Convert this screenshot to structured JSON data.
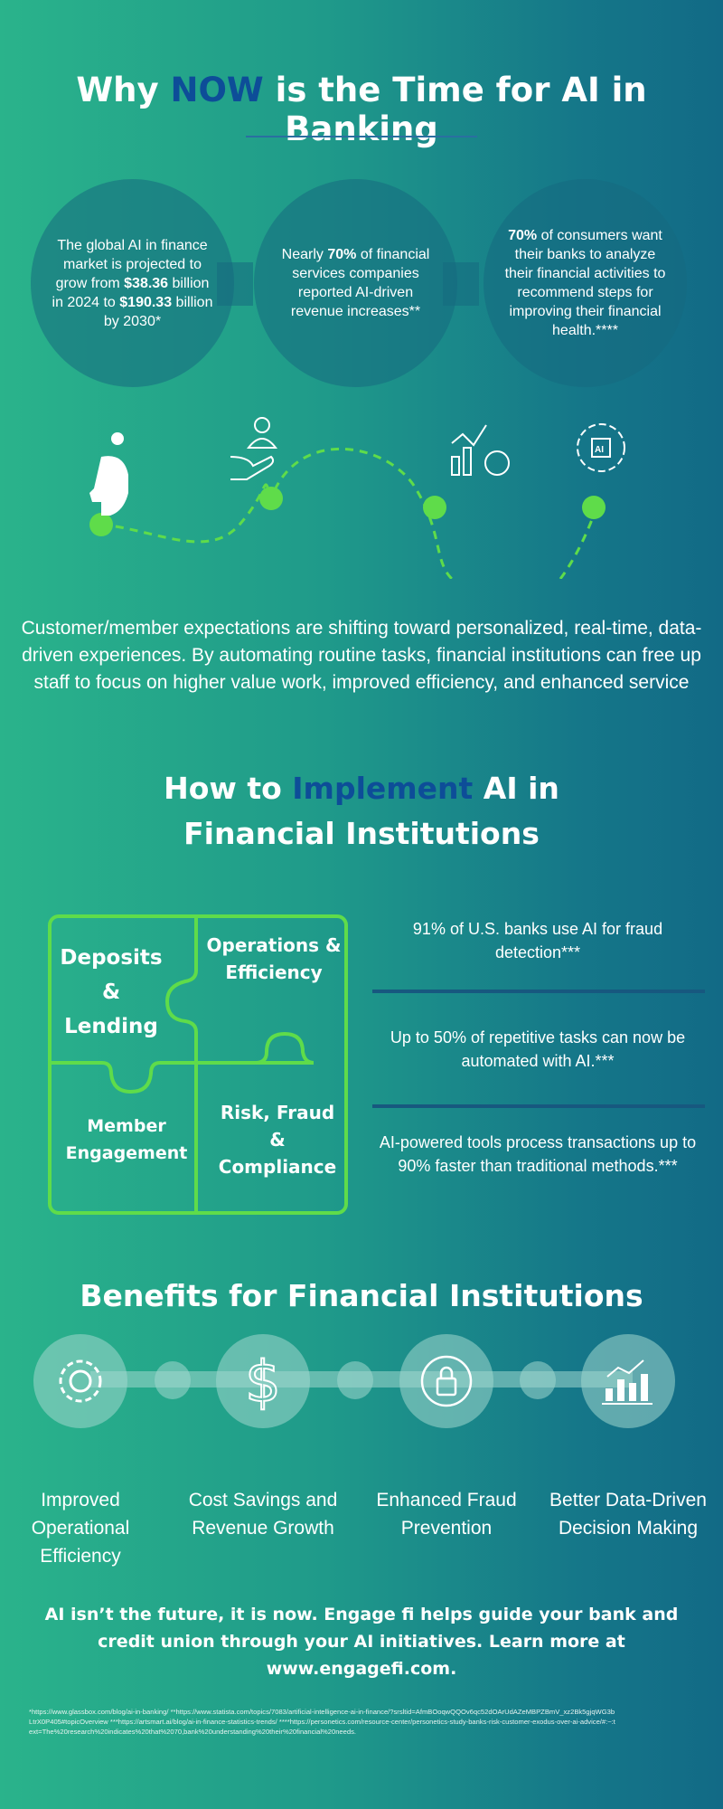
{
  "title": {
    "pre": "Why ",
    "accent": "NOW",
    "post": " is the Time for AI in Banking"
  },
  "bubbles": [
    {
      "t1": "The global AI in finance market is projected to grow from ",
      "b1": "$38.36",
      "t2": " billion in 2024 to ",
      "b2": "$190.33",
      "t3": " billion by 2030*"
    },
    {
      "t1": "Nearly ",
      "b1": "70%",
      "t2": " of financial services companies reported AI-driven revenue increases**"
    },
    {
      "b1": "70%",
      "t2": " of consumers want their banks to analyze their financial activities to recommend steps for improving their financial health.****"
    }
  ],
  "paragraph": "Customer/member expectations are shifting toward personalized, real-time, data-driven experiences. By automating routine tasks, financial institutions can free up staff to focus on higher value work, improved efficiency, and enhanced service",
  "implement": {
    "pre": "How to ",
    "accent": "Implement",
    "post": " AI in",
    "line2": "Financial Institutions"
  },
  "puzzle": [
    "Deposits & Lending",
    "Operations & Efficiency",
    "Member Engagement",
    "Risk, Fraud & Compliance"
  ],
  "stats": [
    "91% of U.S. banks use AI for fraud detection***",
    "Up to 50% of repetitive tasks can now be automated with AI.***",
    "AI-powered tools process transactions up to 90% faster than traditional methods.***"
  ],
  "benefits_title": "Benefits for Financial Institutions",
  "benefits": [
    "Improved Operational Efficiency",
    "Cost Savings and Revenue Growth",
    "Enhanced Fraud Prevention",
    "Better Data-Driven Decision Making"
  ],
  "cta": "AI isn’t the future, it is now. Engage fi helps guide your bank and credit union through your AI initiatives. Learn more at www.engagefi.com.",
  "footnotes": "*https://www.glassbox.com/blog/ai-in-banking/ **https://www.statista.com/topics/7083/artificial-intelligence-ai-in-finance/?srsltid=AfmBOoqwQQOv6qc52dOArUdAZeMBPZBmV_xz2Bk5gjqWG3bLtrX0P405#topicOverview ***https://artsmart.ai/blog/ai-in-finance-statistics-trends/ ****https://personetics.com/resource-center/personetics-study-banks-risk-customer-exodus-over-ai-advice/#:~:text=The%20research%20indicates%20that%2070,bank%20understanding%20their%20financial%20needs.",
  "colors": {
    "accent": "#0d4d98",
    "green": "#5fdc4a"
  }
}
